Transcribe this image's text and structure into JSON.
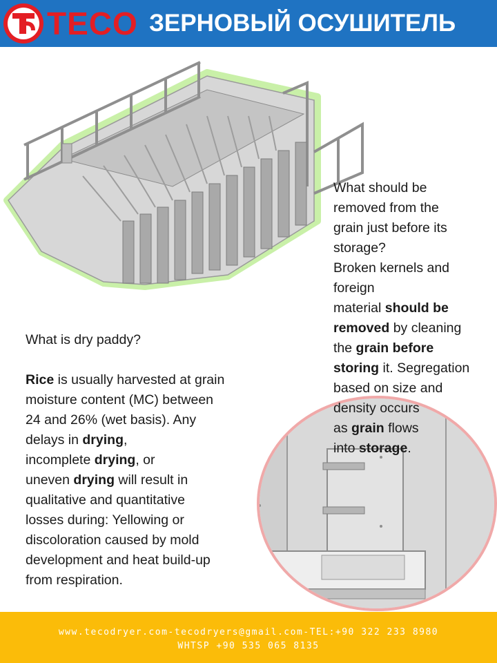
{
  "header": {
    "brand": "TECO",
    "title": "ЗЕРНОВЫЙ ОСУШИТЕЛЬ"
  },
  "colors": {
    "header_bg": "#1f73c2",
    "brand_red": "#e31e24",
    "footer_bg": "#fbbc09",
    "text": "#1a1a1a"
  },
  "images": {
    "top": "grain-dryer-3d-model",
    "bottom": "dryer-access-door-detail"
  },
  "right_block": {
    "q_1": "What should be",
    "q_2": "removed from the",
    "q_3": "grain just before its",
    "q_4": "storage?",
    "a_1": "Broken kernels and",
    "a_2": "foreign",
    "a_3a": "material ",
    "a_3b": "should be",
    "a_4a": "removed",
    "a_4b": " by cleaning",
    "a_5a": "the ",
    "a_5b": "grain before",
    "a_6a": "storing",
    "a_6b": " it. Segregation",
    "a_7": "based on size and",
    "a_8": "density occurs",
    "a_9a": "as ",
    "a_9b": "grain",
    "a_9c": " flows",
    "a_10a": "into ",
    "a_10b": "storage",
    "a_10c": "."
  },
  "left_block": {
    "question": "What is dry paddy?",
    "l1a": "Rice",
    "l1b": " is usually harvested at grain",
    "l2": "moisture content (MC) between",
    "l3": "24 and 26% (wet basis). Any",
    "l4a": "delays in ",
    "l4b": "drying",
    "l4c": ",",
    "l5a": "incomplete ",
    "l5b": "drying",
    "l5c": ", or",
    "l6a": "uneven ",
    "l6b": "drying",
    "l6c": " will result in",
    "l7": "qualitative and quantitative",
    "l8": "losses during: Yellowing or",
    "l9": "discoloration caused by mold",
    "l10": "development and heat build-up",
    "l11": "from respiration."
  },
  "footer": {
    "line1": "www.tecodryer.com-tecodryers@gmail.com-TEL:+90 322 233 8980",
    "line2": "WHTSP +90 535 065 8135"
  }
}
